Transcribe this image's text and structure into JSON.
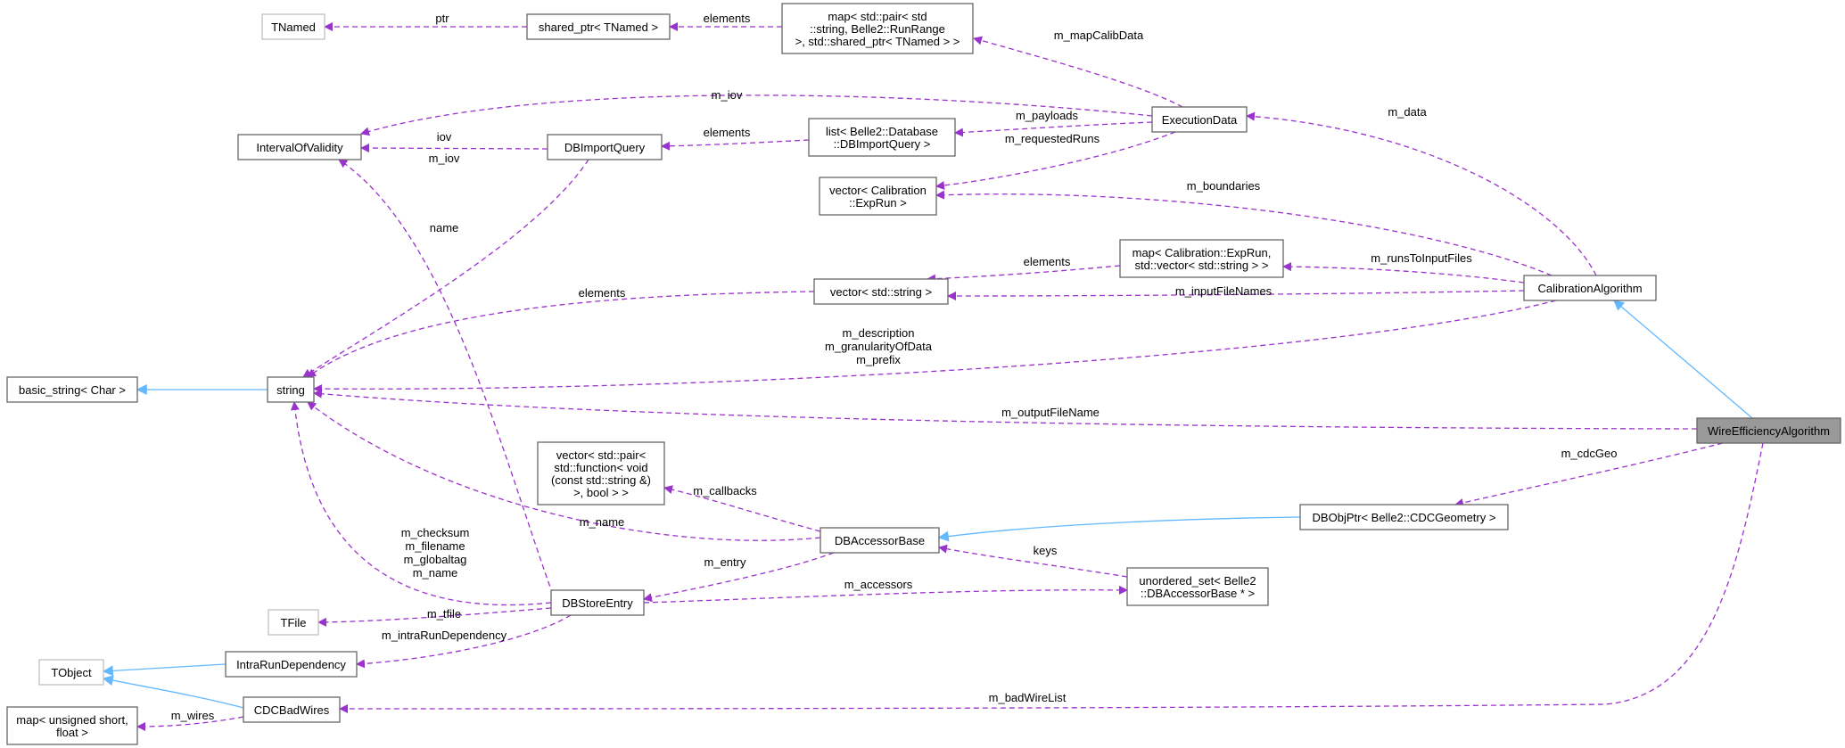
{
  "nodes": [
    {
      "id": "TNamed",
      "lines": [
        "TNamed"
      ],
      "style": "grey"
    },
    {
      "id": "shared_ptr",
      "lines": [
        "shared_ptr< TNamed >"
      ],
      "style": "normal"
    },
    {
      "id": "map_calib",
      "lines": [
        "map< std::pair< std",
        "::string, Belle2::RunRange",
        ">, std::shared_ptr< TNamed > >"
      ],
      "style": "normal"
    },
    {
      "id": "IntervalOfValidity",
      "lines": [
        "IntervalOfValidity"
      ],
      "style": "normal"
    },
    {
      "id": "DBImportQuery",
      "lines": [
        "DBImportQuery"
      ],
      "style": "normal"
    },
    {
      "id": "list_dbimport",
      "lines": [
        "list< Belle2::Database",
        "::DBImportQuery >"
      ],
      "style": "normal"
    },
    {
      "id": "ExecutionData",
      "lines": [
        "ExecutionData"
      ],
      "style": "normal"
    },
    {
      "id": "vector_exprun",
      "lines": [
        "vector< Calibration",
        "::ExpRun >"
      ],
      "style": "normal"
    },
    {
      "id": "map_exprun",
      "lines": [
        "map< Calibration::ExpRun,",
        "std::vector< std::string > >"
      ],
      "style": "normal"
    },
    {
      "id": "vector_string",
      "lines": [
        "vector< std::string >"
      ],
      "style": "normal"
    },
    {
      "id": "CalibrationAlgorithm",
      "lines": [
        "CalibrationAlgorithm"
      ],
      "style": "normal"
    },
    {
      "id": "basic_string",
      "lines": [
        "basic_string< Char >"
      ],
      "style": "normal"
    },
    {
      "id": "string",
      "lines": [
        "string"
      ],
      "style": "normal"
    },
    {
      "id": "WireEfficiencyAlgorithm",
      "lines": [
        "WireEfficiencyAlgorithm"
      ],
      "style": "root"
    },
    {
      "id": "vector_pair_fn",
      "lines": [
        "vector< std::pair<",
        "std::function< void",
        "(const std::string &)",
        ">, bool > >"
      ],
      "style": "normal"
    },
    {
      "id": "DBObjPtr",
      "lines": [
        "DBObjPtr< Belle2::CDCGeometry >"
      ],
      "style": "normal"
    },
    {
      "id": "DBAccessorBase",
      "lines": [
        "DBAccessorBase"
      ],
      "style": "normal"
    },
    {
      "id": "unordered_set",
      "lines": [
        "unordered_set< Belle2",
        "::DBAccessorBase * >"
      ],
      "style": "normal"
    },
    {
      "id": "TFile",
      "lines": [
        "TFile"
      ],
      "style": "grey"
    },
    {
      "id": "DBStoreEntry",
      "lines": [
        "DBStoreEntry"
      ],
      "style": "normal"
    },
    {
      "id": "TObject",
      "lines": [
        "TObject"
      ],
      "style": "grey"
    },
    {
      "id": "IntraRunDependency",
      "lines": [
        "IntraRunDependency"
      ],
      "style": "normal"
    },
    {
      "id": "CDCBadWires",
      "lines": [
        "CDCBadWires"
      ],
      "style": "normal"
    },
    {
      "id": "map_ushort",
      "lines": [
        "map< unsigned short,",
        "float >"
      ],
      "style": "normal"
    }
  ],
  "edges": [
    {
      "id": "e-shared-tnamed",
      "kind": "use",
      "labels": [
        "ptr"
      ]
    },
    {
      "id": "e-map-shared",
      "kind": "use",
      "labels": [
        "elements"
      ]
    },
    {
      "id": "e-exec-map",
      "kind": "use",
      "labels": [
        "m_mapCalibData"
      ]
    },
    {
      "id": "e-exec-iov",
      "kind": "use",
      "labels": [
        "m_iov"
      ]
    },
    {
      "id": "e-exec-list",
      "kind": "use",
      "labels": [
        "m_payloads"
      ]
    },
    {
      "id": "e-exec-vexp",
      "kind": "use",
      "labels": [
        "m_requestedRuns"
      ]
    },
    {
      "id": "e-list-dbiq",
      "kind": "use",
      "labels": [
        "elements"
      ]
    },
    {
      "id": "e-dbiq-iov",
      "kind": "use",
      "labels": [
        "iov"
      ]
    },
    {
      "id": "e-dbiq-string",
      "kind": "use",
      "labels": [
        "name"
      ]
    },
    {
      "id": "e-calib-exec",
      "kind": "use",
      "labels": [
        "m_data"
      ]
    },
    {
      "id": "e-calib-vexp",
      "kind": "use",
      "labels": [
        "m_boundaries"
      ]
    },
    {
      "id": "e-calib-mapexp",
      "kind": "use",
      "labels": [
        "m_runsToInputFiles"
      ]
    },
    {
      "id": "e-calib-vstr",
      "kind": "use",
      "labels": [
        "m_inputFileNames"
      ]
    },
    {
      "id": "e-calib-string",
      "kind": "use",
      "labels": [
        "m_description",
        "m_granularityOfData",
        "m_prefix"
      ]
    },
    {
      "id": "e-mapexp-vstr",
      "kind": "use",
      "labels": [
        "elements"
      ]
    },
    {
      "id": "e-vstr-string",
      "kind": "use",
      "labels": [
        "elements"
      ]
    },
    {
      "id": "e-string-basic",
      "kind": "inh",
      "labels": []
    },
    {
      "id": "e-wire-calib",
      "kind": "inh",
      "labels": []
    },
    {
      "id": "e-wire-string",
      "kind": "use",
      "labels": [
        "m_outputFileName"
      ]
    },
    {
      "id": "e-wire-dbobj",
      "kind": "use",
      "labels": [
        "m_cdcGeo"
      ]
    },
    {
      "id": "e-wire-cdcbad",
      "kind": "use",
      "labels": [
        "m_badWireList"
      ]
    },
    {
      "id": "e-dbobj-dbacc",
      "kind": "inh",
      "labels": []
    },
    {
      "id": "e-dbacc-vpair",
      "kind": "use",
      "labels": [
        "m_callbacks"
      ]
    },
    {
      "id": "e-dbacc-string",
      "kind": "use",
      "labels": [
        "m_name"
      ]
    },
    {
      "id": "e-dbacc-dbstore",
      "kind": "use",
      "labels": [
        "m_entry"
      ]
    },
    {
      "id": "e-uset-dbacc",
      "kind": "use",
      "labels": [
        "keys"
      ]
    },
    {
      "id": "e-dbstore-uset",
      "kind": "use",
      "labels": [
        "m_accessors"
      ]
    },
    {
      "id": "e-dbstore-iov",
      "kind": "use",
      "labels": [
        "m_iov"
      ]
    },
    {
      "id": "e-dbstore-string",
      "kind": "use",
      "labels": [
        "m_checksum",
        "m_filename",
        "m_globaltag",
        "m_name"
      ]
    },
    {
      "id": "e-dbstore-tfile",
      "kind": "use",
      "labels": [
        "m_tfile"
      ]
    },
    {
      "id": "e-dbstore-intra",
      "kind": "use",
      "labels": [
        "m_intraRunDependency"
      ]
    },
    {
      "id": "e-intra-tobject",
      "kind": "inh",
      "labels": []
    },
    {
      "id": "e-cdcbad-tobject",
      "kind": "inh",
      "labels": []
    },
    {
      "id": "e-cdcbad-mapus",
      "kind": "use",
      "labels": [
        "m_wires"
      ]
    }
  ],
  "colors": {
    "usage_edge": "#9a32cd",
    "inheritance_edge": "#63b8ff",
    "node_border": "#666666",
    "external_node_border": "#bfbfbf",
    "focus_node_fill": "#999999"
  }
}
